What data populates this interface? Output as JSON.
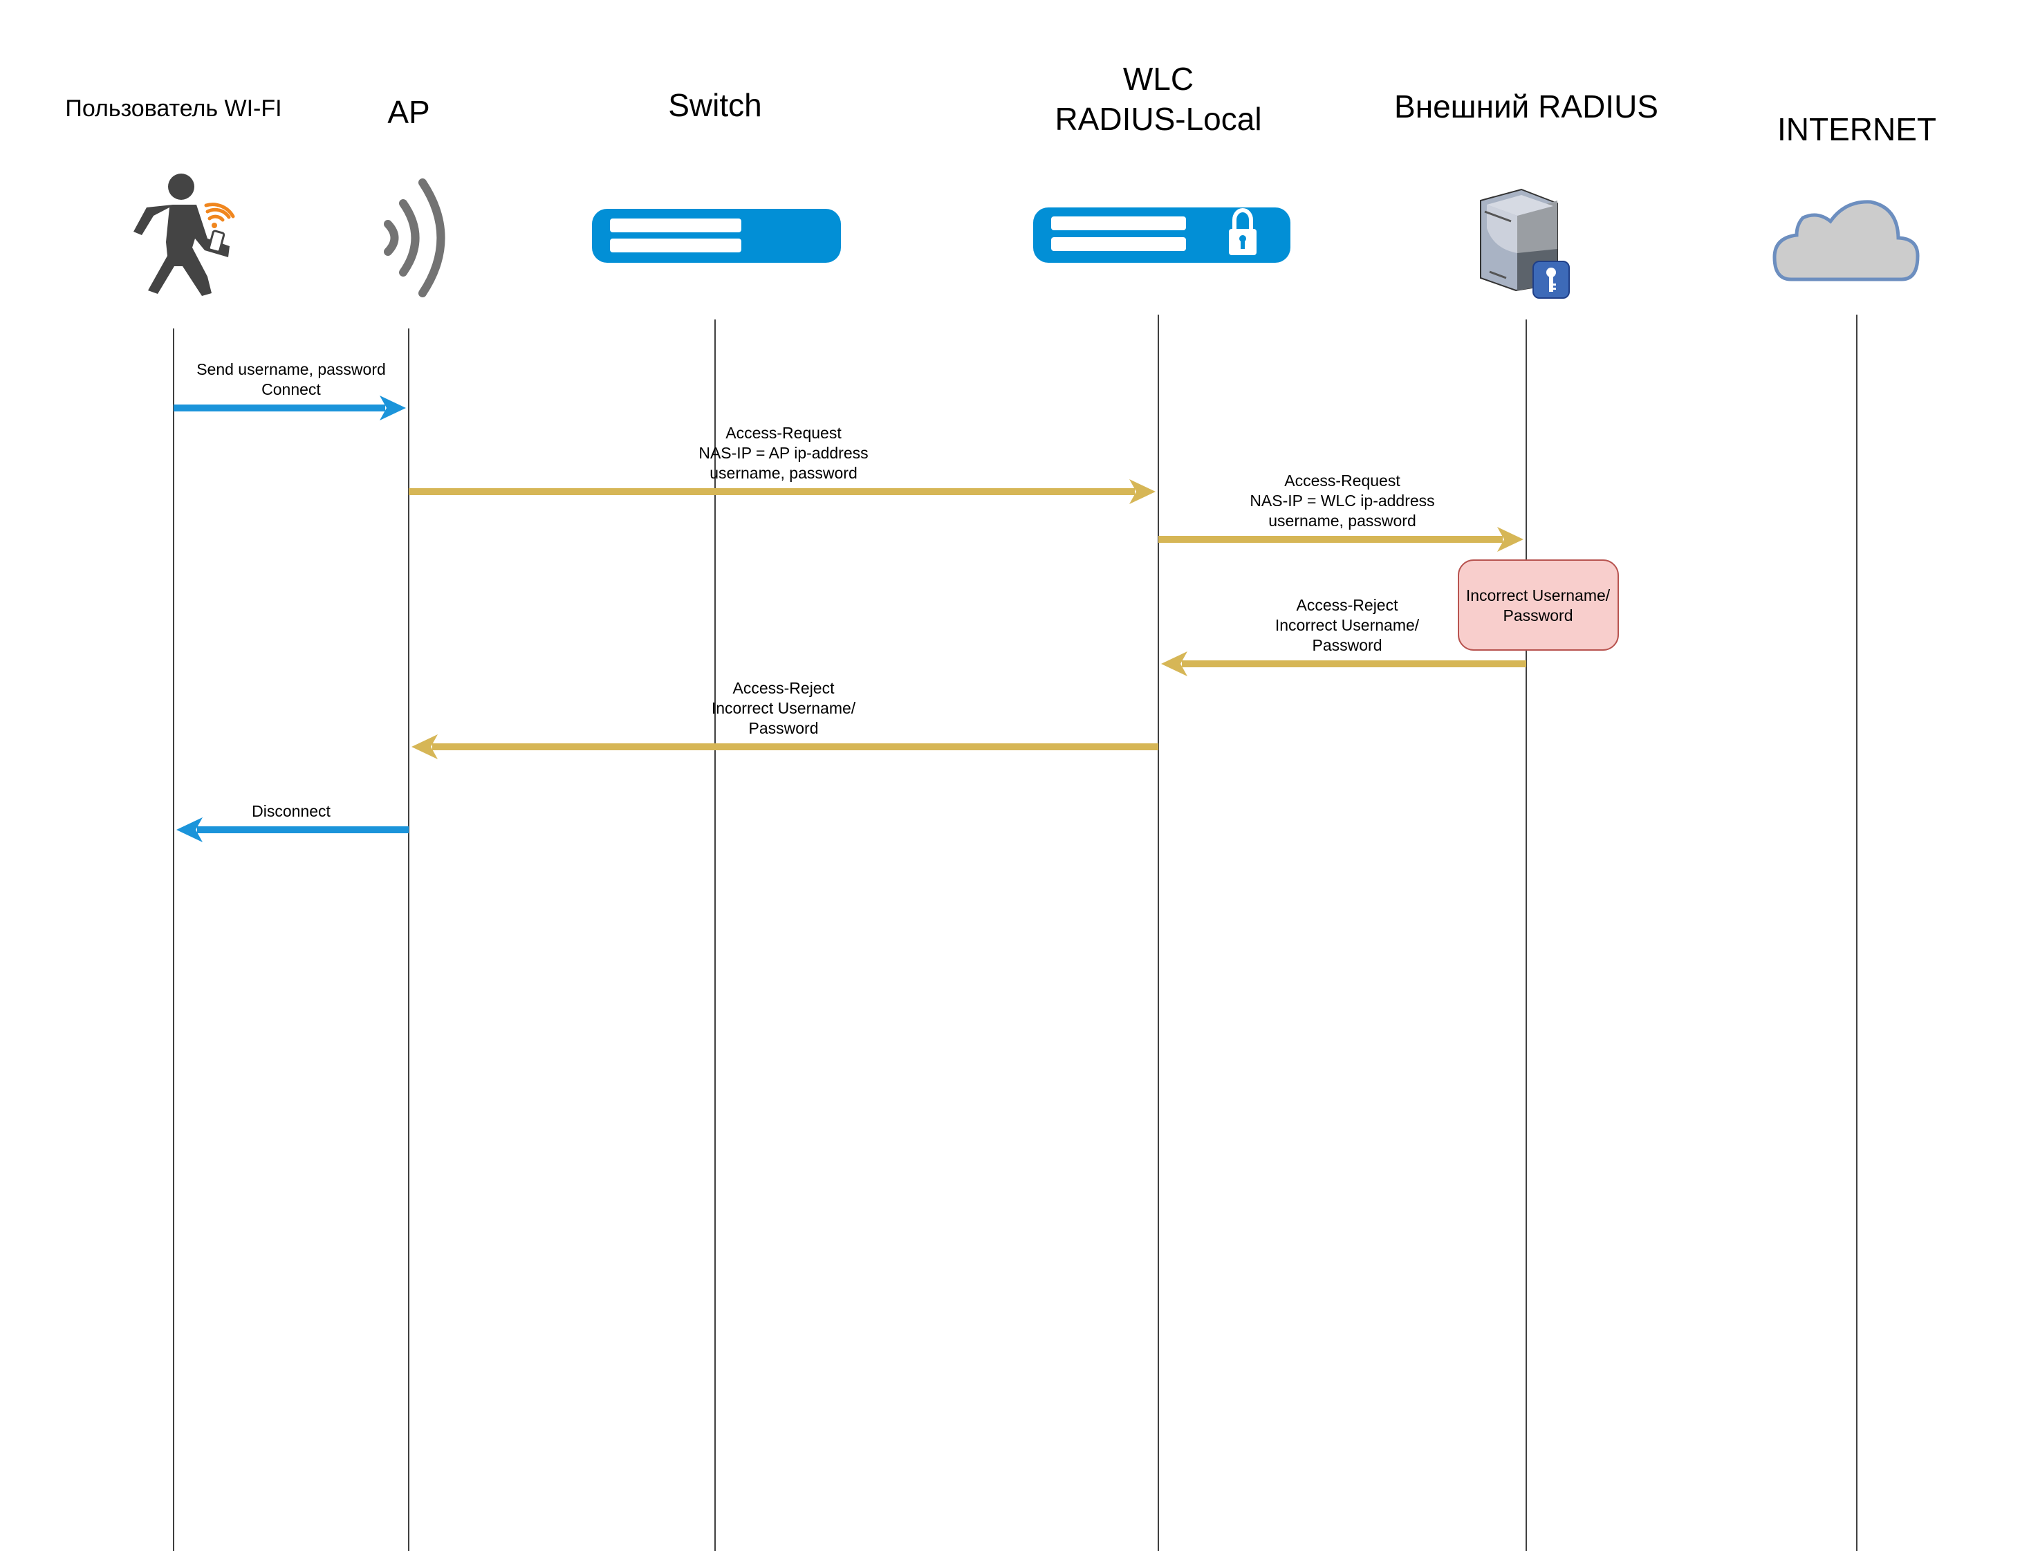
{
  "title": "WLC RADIUS-Local authentication — reject flow",
  "participants": [
    {
      "id": "user",
      "label_lines": [
        "Пользователь WI-FI"
      ],
      "icon": "walking-person-phone-wifi-icon"
    },
    {
      "id": "ap",
      "label_lines": [
        "AP"
      ],
      "icon": "wireless-signal-icon"
    },
    {
      "id": "switch",
      "label_lines": [
        "Switch"
      ],
      "icon": "switch-icon"
    },
    {
      "id": "wlc",
      "label_lines": [
        "WLC",
        "RADIUS-Local"
      ],
      "icon": "wlc-lock-icon"
    },
    {
      "id": "radius",
      "label_lines": [
        "Внешний RADIUS"
      ],
      "icon": "server-key-icon"
    },
    {
      "id": "internet",
      "label_lines": [
        "INTERNET"
      ],
      "icon": "cloud-icon"
    }
  ],
  "messages": [
    {
      "from": "user",
      "to": "ap",
      "color": "#1b94da",
      "lines": [
        "Send username, password",
        "Connect"
      ]
    },
    {
      "from": "ap",
      "to": "wlc",
      "color": "#d6b656",
      "lines": [
        "Access-Request",
        "NAS-IP = AP ip-address",
        "username, password"
      ]
    },
    {
      "from": "wlc",
      "to": "radius",
      "color": "#d6b656",
      "lines": [
        "Access-Request",
        "NAS-IP = WLC ip-address",
        "username, password"
      ]
    },
    {
      "from": "radius",
      "to": "wlc",
      "color": "#d6b656",
      "lines": [
        "Access-Reject",
        "Incorrect Username/",
        "Password"
      ]
    },
    {
      "from": "wlc",
      "to": "ap",
      "color": "#d6b656",
      "lines": [
        "Access-Reject",
        "Incorrect Username/",
        "Password"
      ]
    },
    {
      "from": "ap",
      "to": "user",
      "color": "#1b94da",
      "lines": [
        "Disconnect"
      ]
    }
  ],
  "note": {
    "on": "radius",
    "lines": [
      "Incorrect Username/",
      "Password"
    ],
    "fill": "#f8cecc",
    "stroke": "#b85450"
  },
  "colors": {
    "device_blue": "#028fd6",
    "lifeline": "#000000",
    "person": "#444444",
    "wifi_orange": "#f0861e",
    "ap_waves": "#737373",
    "cloud_fill": "#cccccc",
    "cloud_stroke": "#6c8ebf",
    "key_badge": "#3d6ab8"
  }
}
